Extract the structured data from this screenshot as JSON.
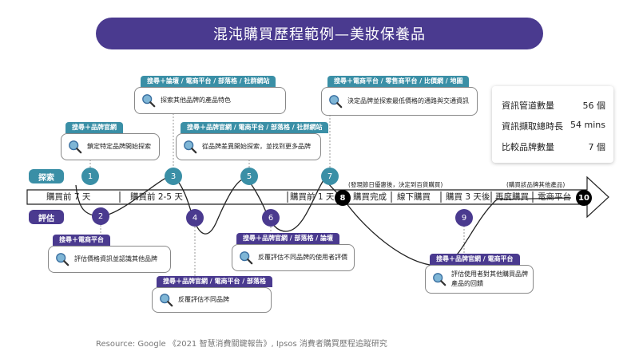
{
  "title": "混沌購買歷程範例—美妝保養品",
  "stats": [
    {
      "label": "資訊管道數量",
      "value": "56 個"
    },
    {
      "label": "資訊擷取總時長",
      "value": "54 mins"
    },
    {
      "label": "比較品牌數量",
      "value": "7 個"
    }
  ],
  "side_labels": {
    "search": "探索",
    "evaluate": "評估"
  },
  "stages": [
    "購買前 7 天",
    "購買前 2-5 天",
    "購買前 1 天",
    "購買完成",
    "線下購買",
    "購買 3 天後",
    "再度購買",
    "電商平台"
  ],
  "notes": {
    "n8": "(發現節日優惠後，決定到百貨購買)",
    "n10": "(購買該品牌其他產品)"
  },
  "steps": {
    "s1": {
      "num": "1",
      "tag": "搜尋＋品牌官網",
      "text": "鎖定特定品牌開始探索"
    },
    "s2": {
      "num": "2",
      "tag": "搜尋＋電商平台",
      "text": "評估價格資訊並認識其他品牌"
    },
    "s3": {
      "num": "3",
      "tag": "搜尋＋論壇 / 電商平台 / 部落格 / 社群網站",
      "text": "探索其他品牌的產品特色"
    },
    "s4": {
      "num": "4",
      "tag": "搜尋＋品牌官網 / 電商平台 / 部落格",
      "text": "反覆評估不同品牌"
    },
    "s5": {
      "num": "5",
      "tag": "搜尋＋品牌官網 / 電商平台 / 部落格 / 社群網站",
      "text": "從品牌差異開始探索，並找到更多品牌"
    },
    "s6": {
      "num": "6",
      "tag": "搜尋＋品牌官網 / 部落格 / 論壇",
      "text": "反覆評估不同品牌的使用者評價"
    },
    "s7": {
      "num": "7",
      "tag": "搜尋＋電商平台 / 零售商平台 / 比價網 / 地圖",
      "text": "決定品牌並探索最低價格的通路與交通資訊"
    },
    "s8": {
      "num": "8"
    },
    "s9": {
      "num": "9",
      "tag": "搜尋＋品牌官網 / 電商平台",
      "text1": "評估使用者對其他購買品牌",
      "text2": "產品的回饋"
    },
    "s10": {
      "num": "10"
    }
  },
  "source": "Resource: Google 《2021 智慧消費關鍵報告》, Ipsos 消費者購買歷程追蹤研究"
}
